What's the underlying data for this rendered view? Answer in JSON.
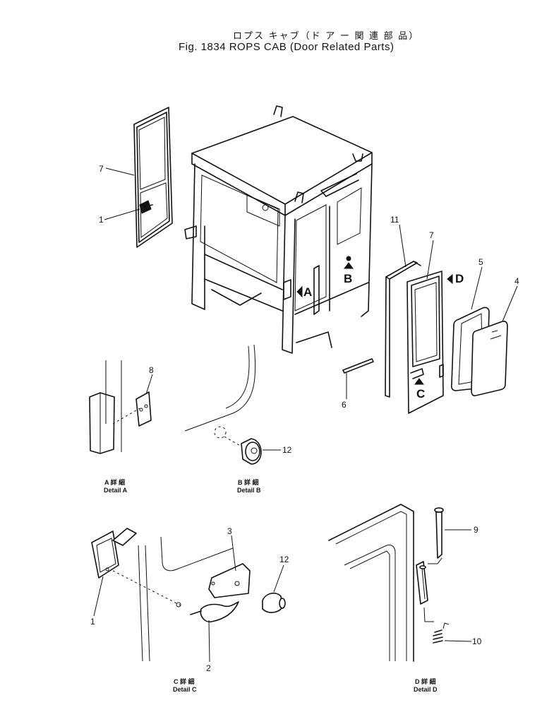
{
  "title": {
    "japanese": "ロプス キャブ（ド ア ー 関 連 部 品）",
    "english": "Fig. 1834 ROPS CAB (Door Related Parts)"
  },
  "view_markers": [
    "A",
    "B",
    "C",
    "D"
  ],
  "callouts": {
    "n7a": "7",
    "n1a": "1",
    "n11": "11",
    "n7b": "7",
    "n5": "5",
    "n4": "4",
    "n6": "6",
    "n8": "8",
    "n12a": "12",
    "n3": "3",
    "n12b": "12",
    "n9": "9",
    "n1b": "1",
    "n2": "2",
    "n10": "10"
  },
  "details": {
    "a_jp": "A 詳 細",
    "a_en": "Detail A",
    "b_jp": "B 詳 細",
    "b_en": "Detail B",
    "c_jp": "C 詳 細",
    "c_en": "Detail C",
    "d_jp": "D 詳 細",
    "d_en": "Detail D"
  }
}
